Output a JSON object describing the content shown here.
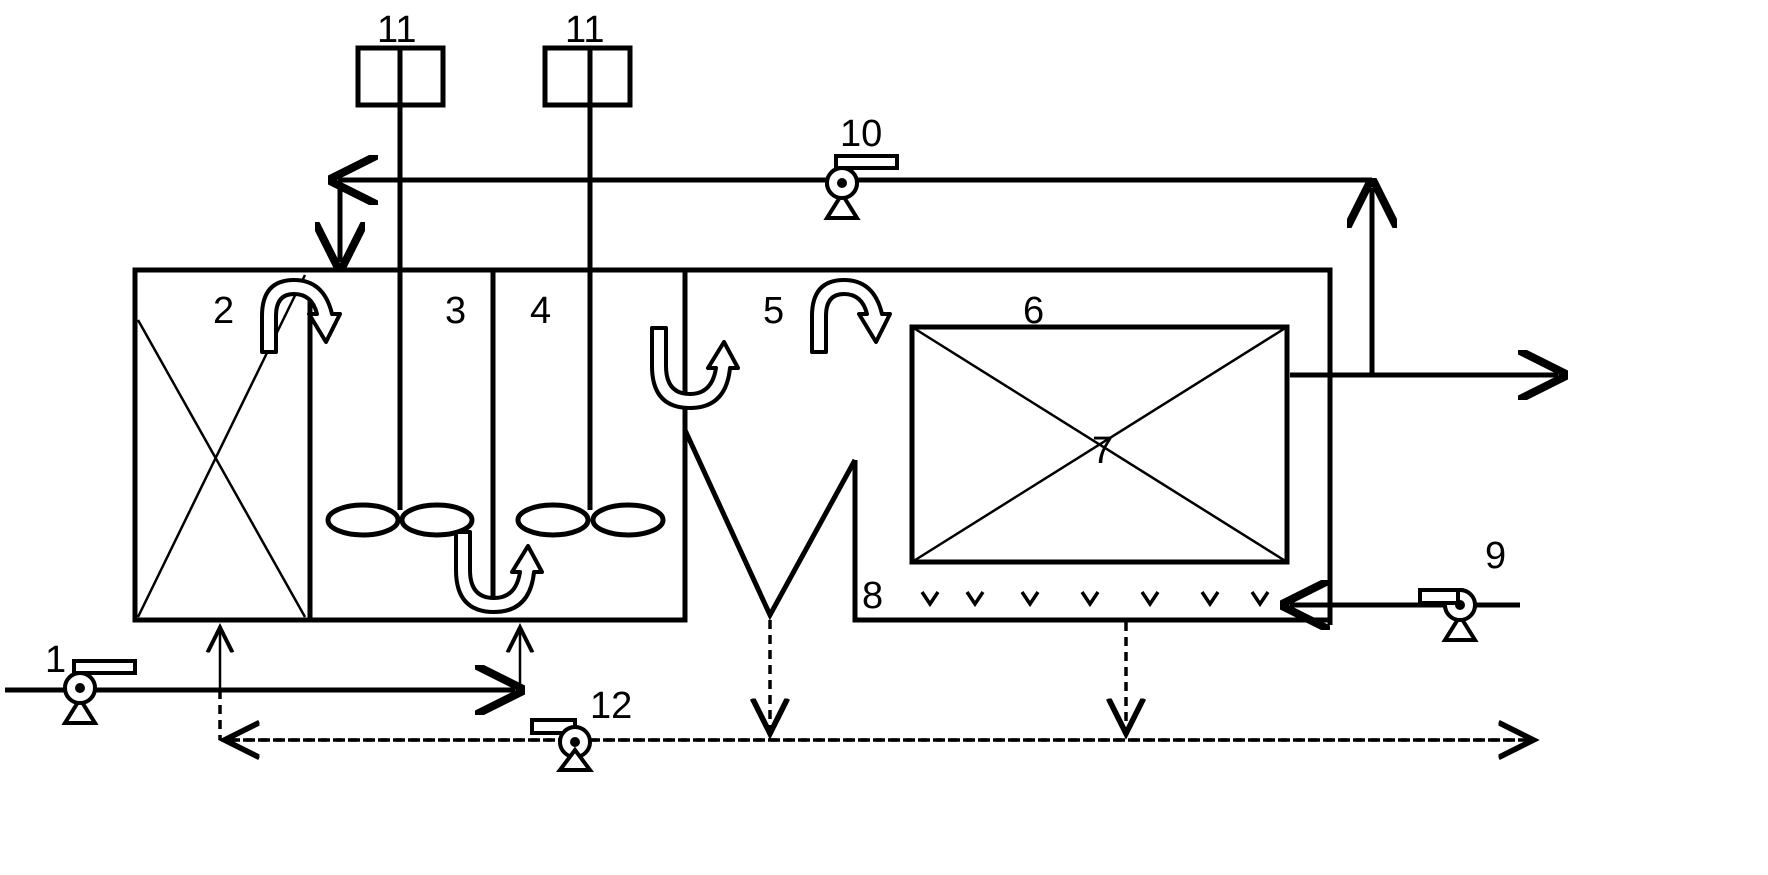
{
  "labels": {
    "feed_pump": "1",
    "first_chamber": "2",
    "mix_chamber_a": "3",
    "mix_chamber_b": "4",
    "settler": "5",
    "bioreactor": "6",
    "filter_media": "7",
    "aerator": "8",
    "air_pump": "9",
    "return_pump": "10",
    "mixer_motor_a": "11",
    "mixer_motor_b": "11",
    "sludge_pump": "12"
  },
  "colors": {
    "line": "#000000",
    "background": "#ffffff"
  },
  "icons": {
    "pump": "pump-icon",
    "motor": "motor-box-icon",
    "impeller": "impeller-icon",
    "flow_arrow": "curved-flow-arrow-icon",
    "diffuser": "diffuser-v-icon"
  }
}
